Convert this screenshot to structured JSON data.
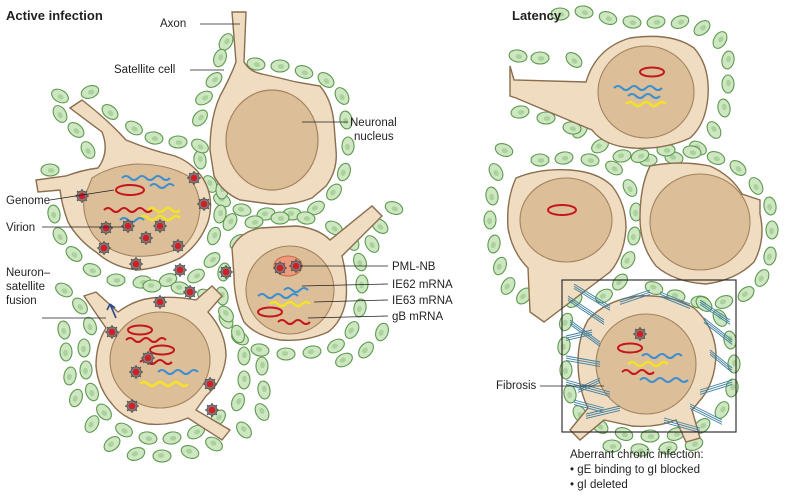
{
  "panels": {
    "active_title": "Active infection",
    "latency_title": "Latency"
  },
  "labels": {
    "axon": "Axon",
    "satellite_cell": "Satellite cell",
    "neuronal_nucleus_1": "Neuronal",
    "neuronal_nucleus_2": "nucleus",
    "genome": "Genome",
    "virion": "Virion",
    "fusion_1": "Neuron–",
    "fusion_2": "satellite",
    "fusion_3": "fusion",
    "pml_nb": "PML-NB",
    "ie62": "IE62 mRNA",
    "ie63": "IE63 mRNA",
    "gb": "gB mRNA",
    "fibrosis": "Fibrosis"
  },
  "caption": {
    "line1": "Aberrant chronic infection:",
    "line2": "• gE binding to gI blocked",
    "line3": "• gI deleted"
  },
  "colors": {
    "neuron_fill": "#f0dcc0",
    "neuron_stroke": "#8a6e4e",
    "nucleus_fill": "#dcbf98",
    "satellite_fill": "#cfe6c3",
    "satellite_stroke": "#5c9a4e",
    "ie62_mrna": "#3b8fd1",
    "ie63_mrna": "#f2e22a",
    "gb_mrna": "#c4161c",
    "virion_core": "#d21f26",
    "fibrosis": "#3f7fa0"
  }
}
